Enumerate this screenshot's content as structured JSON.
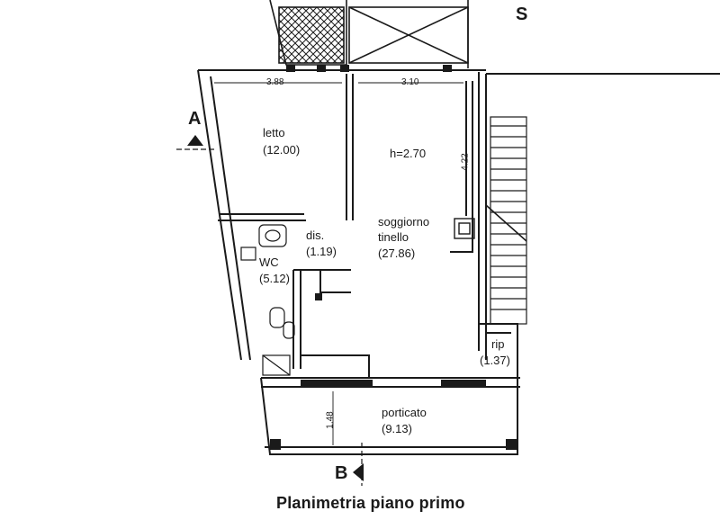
{
  "title": "Planimetria piano primo",
  "section_marks": {
    "a": "A",
    "b": "B",
    "s": "S"
  },
  "dimensions": {
    "letto_width": "3.88",
    "soggiorno_width": "3.10",
    "soggiorno_depth": "4.22",
    "porticato_depth": "1.48"
  },
  "ceiling_height": "h=2.70",
  "rooms": {
    "letto": {
      "name": "letto",
      "area": "(12.00)"
    },
    "dis": {
      "name": "dis.",
      "area": "(1.19)"
    },
    "wc": {
      "name": "WC",
      "area": "(5.12)"
    },
    "soggiorno": {
      "name": "soggiorno",
      "name2": "tinello",
      "area": "(27.86)"
    },
    "rip": {
      "name": "rip",
      "area": "(1.37)"
    },
    "porticato": {
      "name": "porticato",
      "area": "(9.13)"
    }
  },
  "colors": {
    "line": "#1a1a1a",
    "background": "#ffffff"
  }
}
